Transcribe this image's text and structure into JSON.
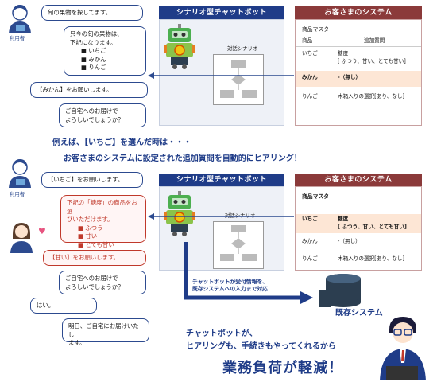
{
  "top": {
    "user_label": "利用者",
    "bubble1": "旬の果物を探してます。",
    "bubble2_line1": "只今の旬の果物は、",
    "bubble2_line2": "下記になります。",
    "bubble2_items": [
      "いちご",
      "みかん",
      "りんご"
    ],
    "bubble3": "【みかん】をお願いします。",
    "bubble4_line1": "ご自宅へのお届けで",
    "bubble4_line2": "よろしいでしょうか？",
    "chatbot_title": "シナリオ型チャットボット",
    "scenario_label": "対話シナリオ",
    "system_title": "お客さまのシステム",
    "master_label": "商品マスタ",
    "col_product": "商品",
    "col_question": "追加質問",
    "rows": [
      {
        "product": "いちご",
        "q1": "糖度",
        "q2": "[ ふつう、甘い、とても甘い]"
      },
      {
        "product": "みかん",
        "q1": "-（無し）",
        "q2": ""
      },
      {
        "product": "りんご",
        "q1": "木箱入りの選択[あり、なし]",
        "q2": ""
      }
    ]
  },
  "middle": {
    "line1": "例えば、【いちご】を選んだ時は・・・",
    "line2": "お客さまのシステムに設定された追加質問を自動的にヒアリング！"
  },
  "bottom": {
    "user_label": "利用者",
    "bubble1": "【いちご】をお願いします。",
    "bubble2_line1": "下記の「糖度」の商品をお選",
    "bubble2_line2": "びいただけます。",
    "bubble2_items": [
      "ふつう",
      "甘い",
      "とても甘い"
    ],
    "bubble3": "【甘い】をお願いします。",
    "bubble4_line1": "ご自宅へのお届けで",
    "bubble4_line2": "よろしいでしょうか？",
    "bubble5": "はい。",
    "bubble6_line1": "明日、ご自宅にお届けいたし",
    "bubble6_line2": "ます。",
    "chatbot_title": "シナリオ型チャットボット",
    "scenario_label": "対話シナリオ",
    "system_title": "お客さまのシステム",
    "master_label": "商品マスタ",
    "rows": [
      {
        "product": "いちご",
        "q1": "糖度",
        "q2": "[ ふつう、甘い、とても甘い]"
      },
      {
        "product": "みかん",
        "q1": "-（無し）",
        "q2": ""
      },
      {
        "product": "りんご",
        "q1": "木箱入りの選択[あり、なし]",
        "q2": ""
      }
    ],
    "arrow_note_line1": "チャットボットが受付情報を、",
    "arrow_note_line2": "既存システムへの入力まで対応",
    "existing_system_label": "既存システム"
  },
  "footer": {
    "line1": "チャットボットが、",
    "line2": "ヒアリングも、手続きもやってくれるから",
    "line3": "業務負荷が軽減！"
  },
  "colors": {
    "navy": "#2c4a8f",
    "chatbot_header": "#1f3c88",
    "system_header": "#8b3a3a",
    "highlight": "#fde6d5",
    "red": "#c0392b"
  }
}
